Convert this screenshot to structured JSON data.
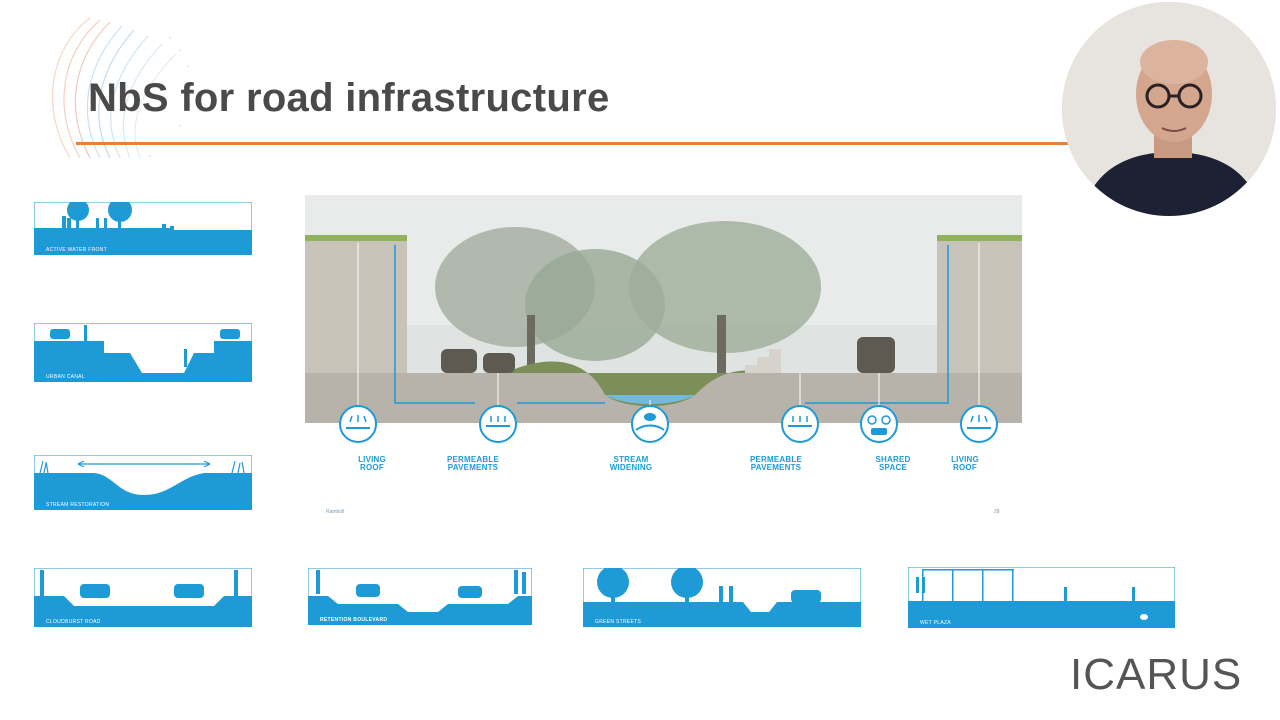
{
  "slide": {
    "title": "NbS for road infrastructure"
  },
  "main_diagram": {
    "callouts": [
      {
        "line1": "LIVING",
        "line2": "ROOF"
      },
      {
        "line1": "PERMEABLE",
        "line2": "PAVEMENTS"
      },
      {
        "line1": "STREAM",
        "line2": "WIDENING"
      },
      {
        "line1": "PERMEABLE",
        "line2": "PAVEMENTS"
      },
      {
        "line1": "SHARED",
        "line2": "SPACE"
      },
      {
        "line1": "LIVING",
        "line2": "ROOF"
      }
    ],
    "footer_left": "Ramboll",
    "page_number": "28"
  },
  "thumbnails": {
    "active_water_front": "ACTIVE WATER FRONT",
    "urban_canal": "URBAN CANAL",
    "stream_restoration": "STREAM RESTORATION",
    "cloudburst_road": "CLOUDBURST ROAD",
    "retention_boulevard": "RETENTION BOULEVARD",
    "green_streets": "GREEN STREETS",
    "wet_plaza": "WET PLAZA"
  },
  "logo": {
    "text": "ICARUS"
  },
  "colors": {
    "accent_rule": "#e8803a",
    "diagram_blue": "#1e9ad6",
    "title_gray": "#4a4a4a"
  }
}
